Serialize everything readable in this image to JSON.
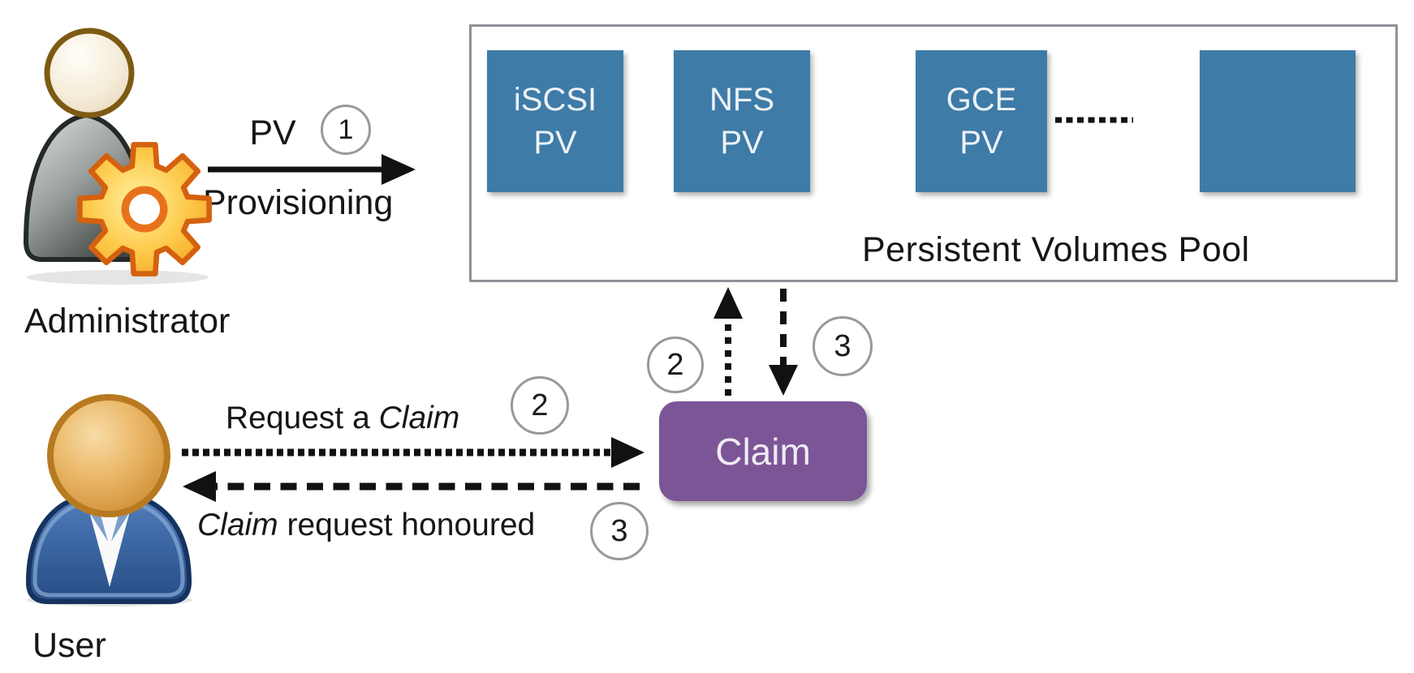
{
  "actors": {
    "administrator": {
      "label": "Administrator"
    },
    "user": {
      "label": "User"
    }
  },
  "pool": {
    "label": "Persistent Volumes Pool",
    "volumes": [
      {
        "line1": "iSCSI",
        "line2": "PV"
      },
      {
        "line1": "NFS",
        "line2": "PV"
      },
      {
        "line1": "GCE",
        "line2": "PV"
      },
      {
        "line1": "",
        "line2": ""
      }
    ]
  },
  "claim": {
    "label": "Claim"
  },
  "steps": {
    "provision": {
      "number": "1",
      "label_line1": "PV",
      "label_line2": "Provisioning"
    },
    "claim_to_pool": {
      "number": "2"
    },
    "pool_to_claim": {
      "number": "3"
    },
    "request": {
      "number": "2",
      "text": "Request a ",
      "italic": "Claim"
    },
    "honoured": {
      "number": "3",
      "italic": "Claim",
      "text": " request honoured"
    }
  },
  "colors": {
    "volume_fill": "#3e7ba7",
    "claim_fill": "#7b5596",
    "pool_border": "#8e9398",
    "circle_border": "#97999c",
    "arrow": "#111111",
    "gear_orange": "#f59f1e",
    "user_blue": "#3c67a4",
    "text": "#161616"
  }
}
